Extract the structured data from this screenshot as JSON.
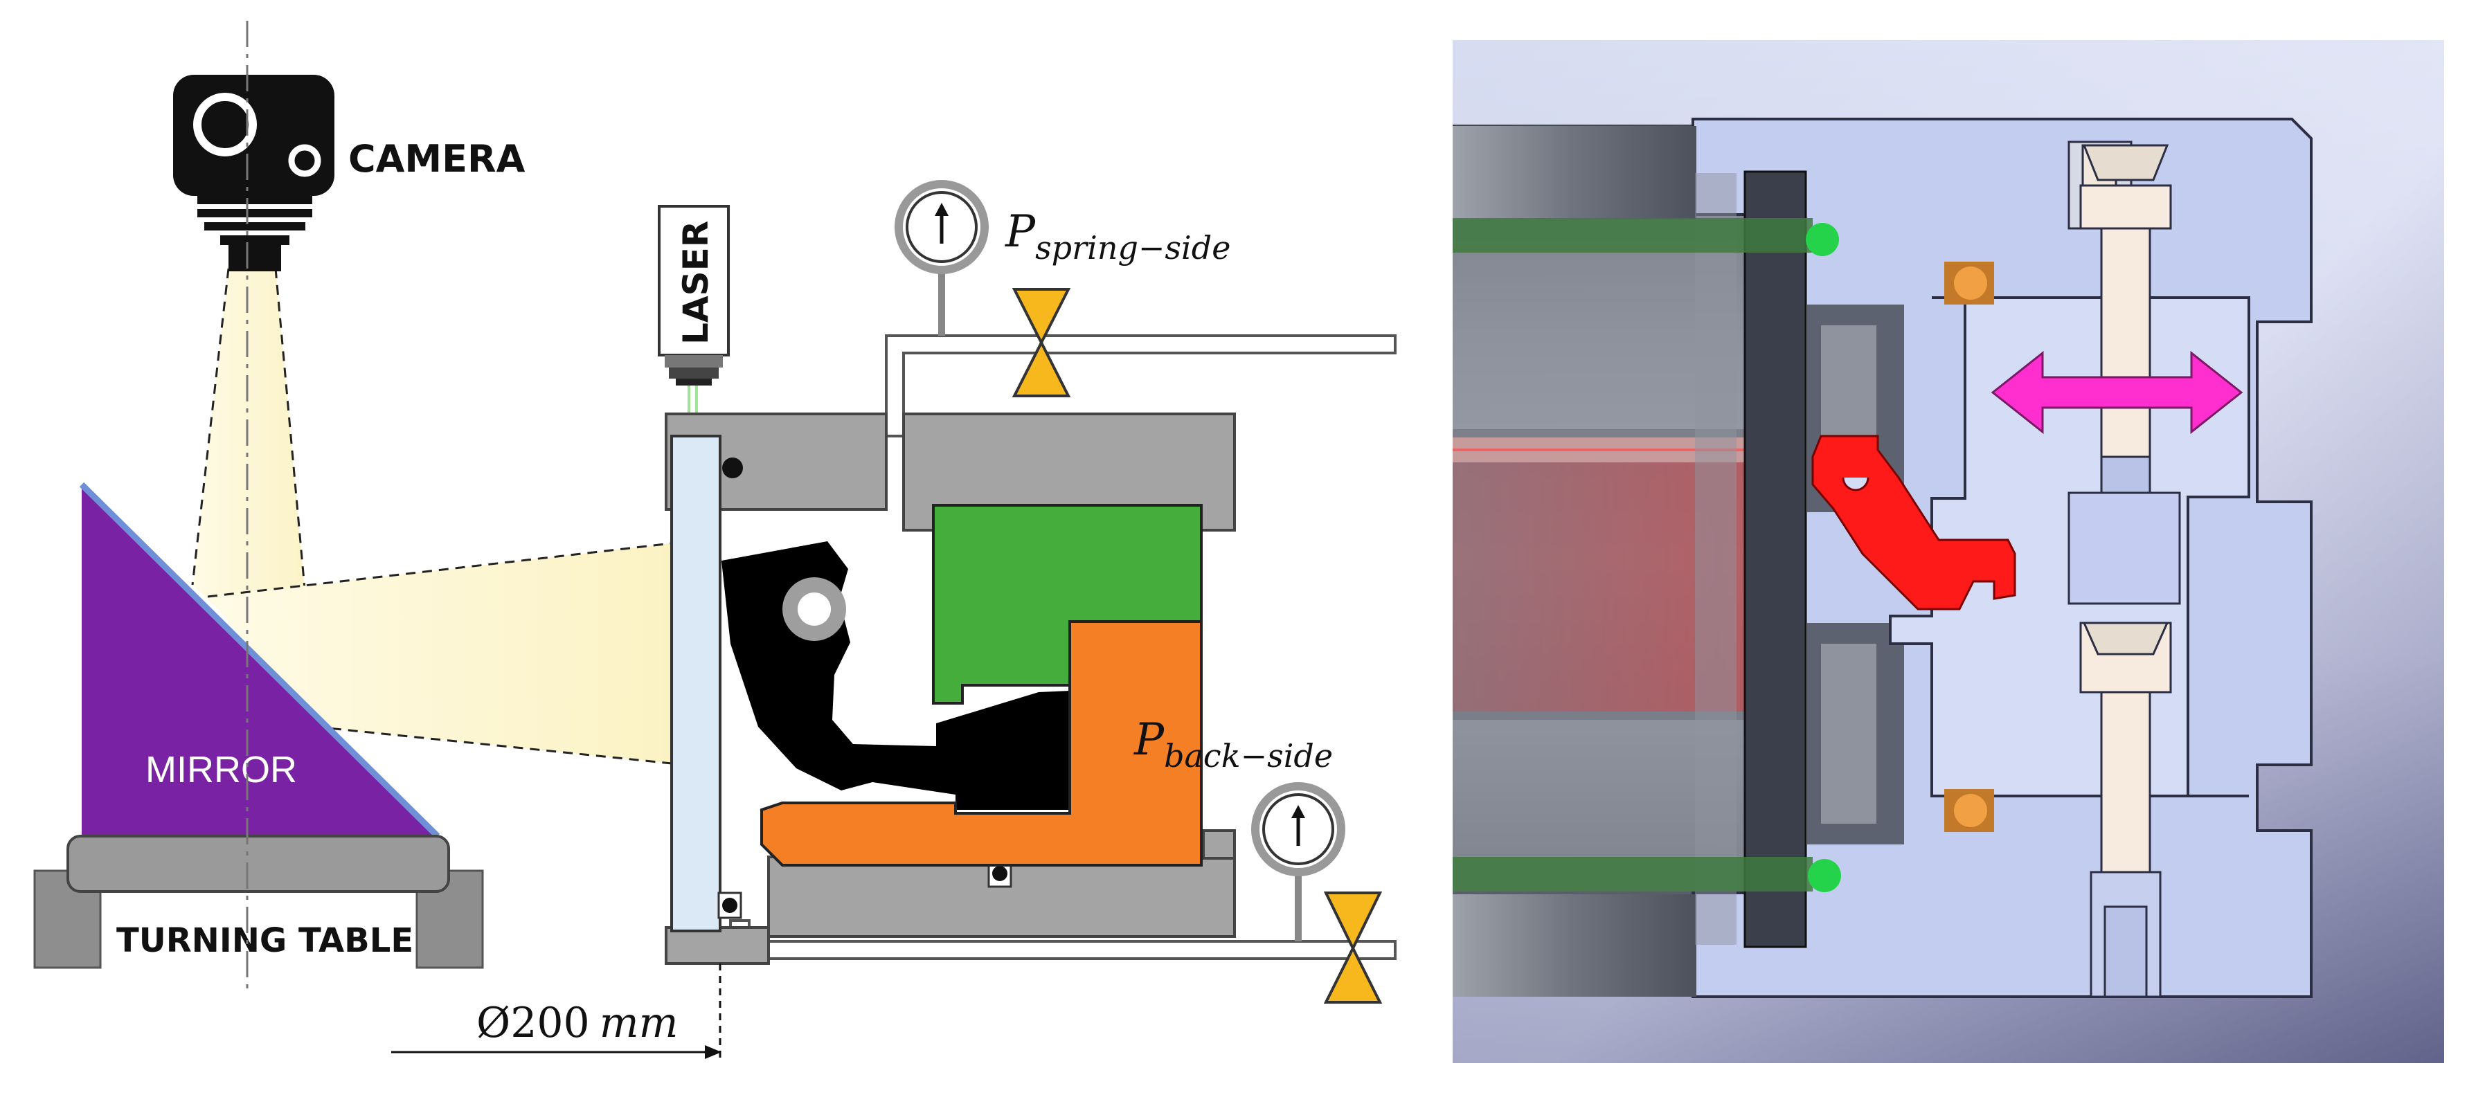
{
  "labels": {
    "camera": "CAMERA",
    "laser": "LASER",
    "mirror": "MIRROR",
    "turning_table": "TURNING TABLE",
    "p_spring_main": "P",
    "p_spring_sub": "spring−side",
    "p_back_main": "P",
    "p_back_sub": "back−side",
    "diameter": "Ø200",
    "diameter_unit": "mm"
  },
  "colors": {
    "mirror": "#7a22a4",
    "green_part": "#45ad3c",
    "orange_part": "#f57f25",
    "valve": "#f6b81c",
    "housing_gray": "#a4a4a4",
    "window": "#dbe8f5",
    "beam": "#fdf7d2",
    "cad_background": "#c7cfe8",
    "cad_red": "#ff1a1a",
    "cad_magenta": "#ff2fcf"
  },
  "icons": {
    "camera": "camera-icon",
    "laser": "laser-icon",
    "gauge": "pressure-gauge-icon",
    "valve": "valve-icon",
    "arrow": "double-arrow-icon"
  }
}
